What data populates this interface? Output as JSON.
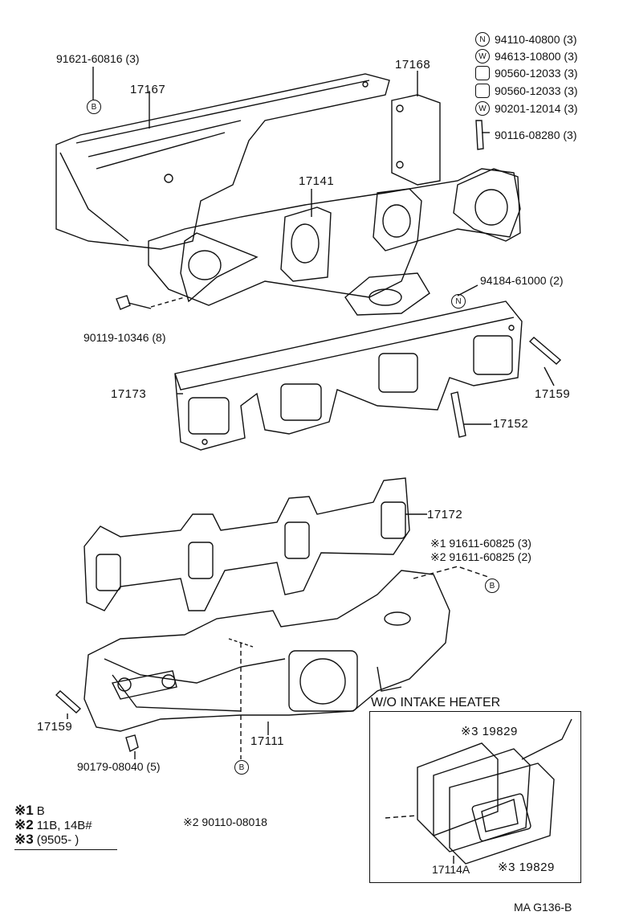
{
  "hardware_list": [
    {
      "symbol": "N",
      "part": "94110-40800 (3)"
    },
    {
      "symbol": "W",
      "part": "94613-10800 (3)"
    },
    {
      "symbol": "",
      "part": "90560-12033 (3)"
    },
    {
      "symbol": "",
      "part": "90560-12033 (3)"
    },
    {
      "symbol": "W",
      "part": "90201-12014 (3)"
    }
  ],
  "labels": {
    "heat_insulator_bolt": "91621-60816 (3)",
    "heat_insulator": "17167",
    "bracket": "17168",
    "stud_top": "90116-08280 (3)",
    "exhaust_manifold": "17141",
    "nut_n": "94184-61000 (2)",
    "bolt_top": "90119-10346 (8)",
    "gasket_exhaust": "17173",
    "stud_right": "17159",
    "stud_center": "17152",
    "gasket_intake": "17172",
    "bolt_b1": "※1 91611-60825 (3)",
    "bolt_b2": "※2 91611-60825 (2)",
    "stud_left": "17159",
    "intake_manifold": "17111",
    "nut_bottom": "90179-08040 (5)",
    "bolt_bottom": "※2 90110-08018",
    "heater_title": "W/O INTAKE HEATER",
    "heater_gasket_top": "※3 19829",
    "heater_gasket_bottom": "※3 19829",
    "heater_plate": "17114A",
    "drawing_code": "MA G136-B",
    "ref_b": "B"
  },
  "legend": [
    {
      "key": "※1",
      "text": "B"
    },
    {
      "key": "※2",
      "text": "11B, 14B#"
    },
    {
      "key": "※3",
      "text": "(9505-        )"
    }
  ]
}
